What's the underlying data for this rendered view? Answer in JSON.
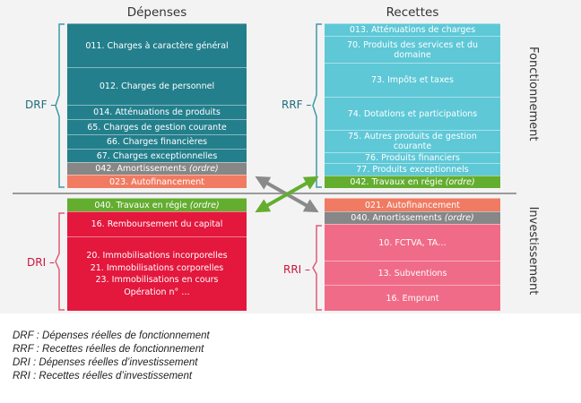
{
  "headers": {
    "depenses": "Dépenses",
    "recettes": "Recettes"
  },
  "side_labels": {
    "drf": "DRF",
    "rrf": "RRF",
    "dri": "DRI",
    "rri": "RRI"
  },
  "vertical_labels": {
    "fonctionnement": "Fonctionnement",
    "investissement": "Investissement"
  },
  "drf_boxes": [
    {
      "label": "011. Charges à caractère général"
    },
    {
      "label": "012. Charges de personnel"
    },
    {
      "label": "014. Atténuations de produits"
    },
    {
      "label": "65. Charges de gestion courante"
    },
    {
      "label": "66. Charges financières"
    },
    {
      "label": "67. Charges exceptionnelles"
    },
    {
      "label": "042. Amortissements",
      "suffix": "(ordre)"
    },
    {
      "label": "023. Autofinancement"
    }
  ],
  "rrf_boxes": [
    {
      "label": "013. Atténuations de charges"
    },
    {
      "label": "70. Produits des services et du domaine"
    },
    {
      "label": "73. Impôts et taxes"
    },
    {
      "label": "74. Dotations et participations"
    },
    {
      "label": "75. Autres produits de gestion courante"
    },
    {
      "label": "76. Produits financiers"
    },
    {
      "label": "77. Produits exceptionnels"
    },
    {
      "label": "042. Travaux en régie",
      "suffix": "(ordre)"
    }
  ],
  "dri_boxes": [
    {
      "label": "040. Travaux en régie",
      "suffix": "(ordre)"
    },
    {
      "label": "16. Remboursement du capital"
    },
    {
      "label": "20. Immobilisations incorporelles\n21. Immobilisations corporelles\n23. Immobilisations en cours\nOpération n° …"
    }
  ],
  "rri_boxes": [
    {
      "label": "021. Autofinancement"
    },
    {
      "label": "040. Amortissements",
      "suffix": "(ordre)"
    },
    {
      "label": "10. FCTVA, TA…"
    },
    {
      "label": "13. Subventions"
    },
    {
      "label": "16. Emprunt"
    }
  ],
  "legend": [
    "DRF : Dépenses réelles de fonctionnement",
    "RRF : Recettes réelles de fonctionnement",
    "DRI : Dépenses réelles d’investissement",
    "RRI : Recettes réelles d’investissement"
  ],
  "colors": {
    "drf": "#237f8c",
    "rrf": "#5ec8d7",
    "ordre": "#878787",
    "autofinancement": "#f07b62",
    "travaux_regie": "#63ad2f",
    "dri": "#e4173d",
    "rri": "#f06b87"
  }
}
